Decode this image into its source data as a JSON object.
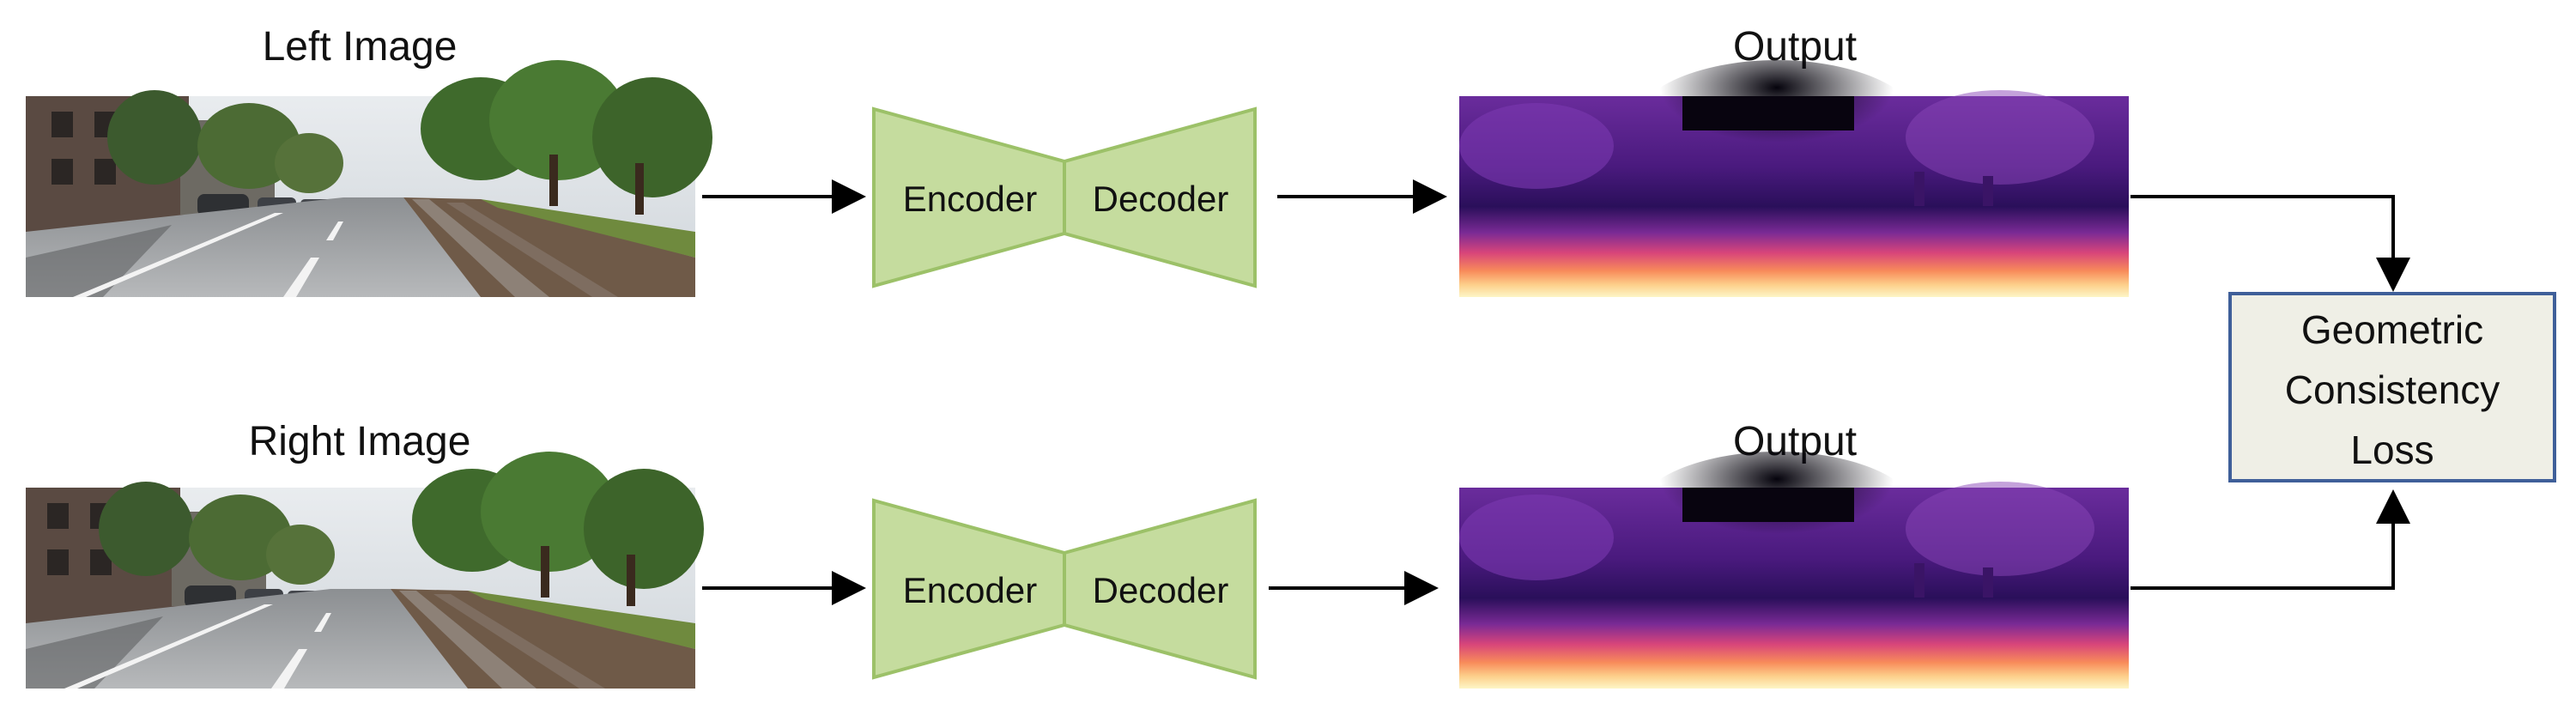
{
  "rows": [
    {
      "input_label": "Left Image",
      "encoder_label": "Encoder",
      "decoder_label": "Decoder",
      "output_label": "Output"
    },
    {
      "input_label": "Right Image",
      "encoder_label": "Encoder",
      "decoder_label": "Decoder",
      "output_label": "Output"
    }
  ],
  "loss": {
    "lines": [
      "Geometric",
      "Consistency",
      "Loss"
    ]
  },
  "colors": {
    "network_fill": "#c5dc9e",
    "network_stroke": "#9cc168",
    "loss_fill": "#efefe6",
    "loss_stroke": "#3f5f99",
    "arrow": "#000000"
  }
}
